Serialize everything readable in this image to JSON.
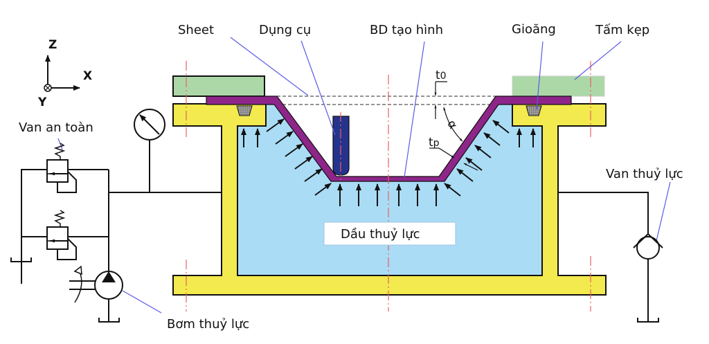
{
  "title": "Hydroforming sheet metal setup",
  "labels": {
    "sheet": "Sheet",
    "tool": "Dụng cụ",
    "forming_chamber": "BD tạo hình",
    "gasket": "Gioăng",
    "clamp_plate": "Tấm kẹp",
    "safety_valve": "Van an toàn",
    "hydraulic_valve": "Van thuỷ lực",
    "hydraulic_pump": "Bơm thuỷ lực",
    "hydraulic_oil": "Dầu thuỷ lực"
  },
  "symbols": {
    "t0": "t",
    "t0_sub": "0",
    "tp": "t",
    "tp_sub": "p",
    "alpha": "α"
  },
  "axes": {
    "z": "Z",
    "x": "X",
    "y": "Y"
  },
  "colors": {
    "oil": "#aadcf5",
    "frame": "#f2ea4e",
    "clamp": "#acd8a8",
    "sheet": "#8e2589",
    "tool": "#26338c",
    "leader": "#5a5ae6",
    "centerline": "#e86060"
  }
}
